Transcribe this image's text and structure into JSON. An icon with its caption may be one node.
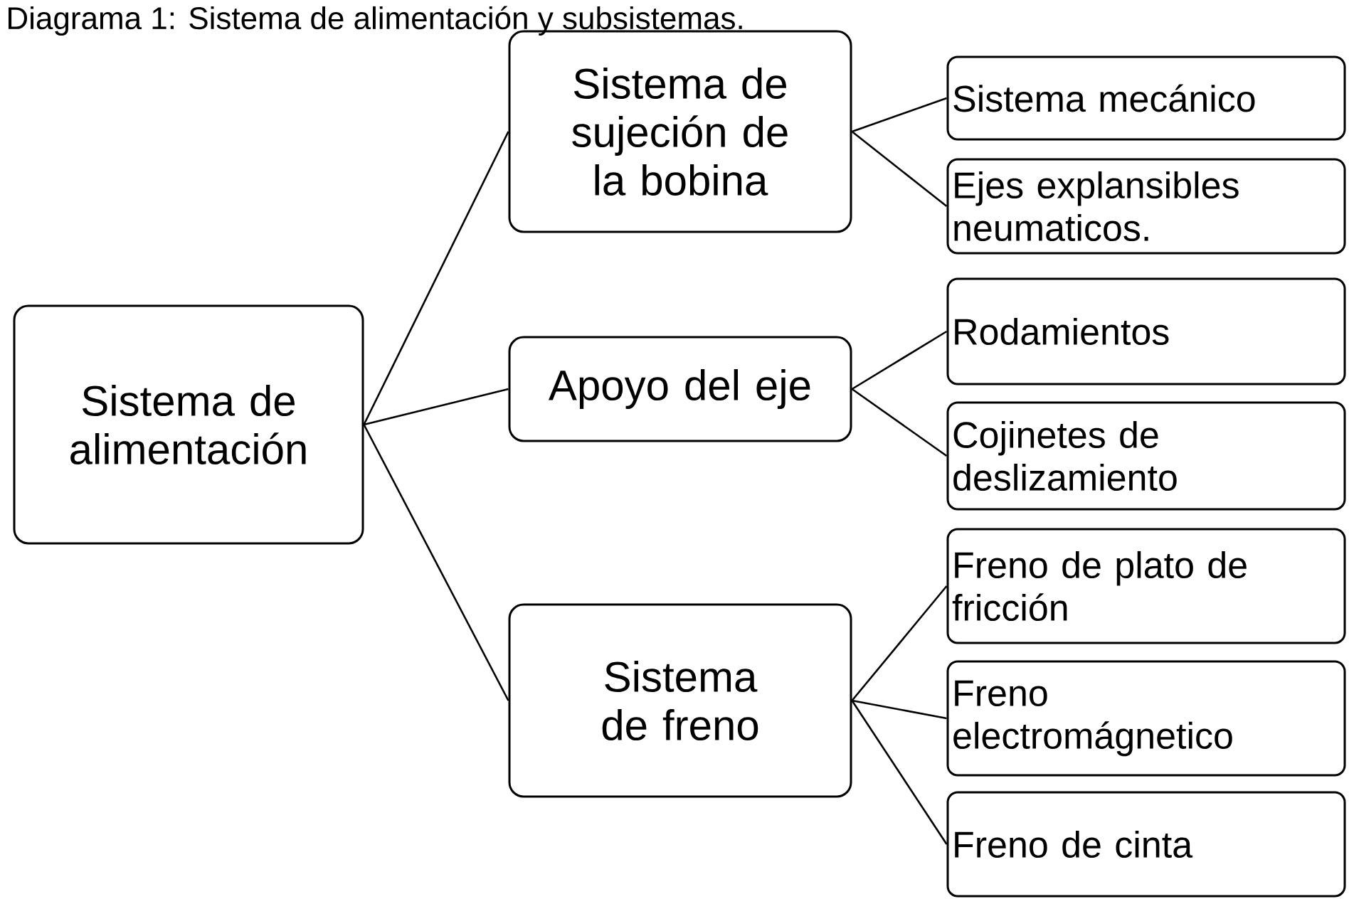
{
  "diagram": {
    "title": "Diagrama 1: Sistema de alimentación y subsistemas.",
    "nodes": [
      {
        "text": [
          "Sistema de alimentación"
        ]
      },
      {
        "text": [
          "Sistema de sujeción de la bobina"
        ]
      },
      {
        "text": [
          "Apoyo del eje"
        ]
      },
      {
        "text": [
          "Sistema de freno"
        ]
      },
      {
        "text": [
          "Sistema mecánico"
        ]
      },
      {
        "text": [
          "Ejes explansibles neumaticos."
        ]
      },
      {
        "text": [
          "Rodamientos"
        ]
      },
      {
        "text": [
          "Cojinetes de deslizamiento"
        ]
      },
      {
        "text": [
          "Freno de plato de fricción"
        ]
      },
      {
        "text": [
          "Freno electromágnetico"
        ]
      },
      {
        "text": [
          "Freno de cinta"
        ]
      }
    ],
    "edges": [
      {
        "from": 0,
        "to": 1,
        "arrow": "none"
      },
      {
        "from": 0,
        "to": 2,
        "arrow": "none"
      },
      {
        "from": 0,
        "to": 3,
        "arrow": "none"
      },
      {
        "from": 1,
        "to": 4,
        "arrow": "none"
      },
      {
        "from": 1,
        "to": 5,
        "arrow": "none"
      },
      {
        "from": 2,
        "to": 6,
        "arrow": "none"
      },
      {
        "from": 2,
        "to": 7,
        "arrow": "none"
      },
      {
        "from": 3,
        "to": 8,
        "arrow": "none"
      },
      {
        "from": 3,
        "to": 9,
        "arrow": "none"
      },
      {
        "from": 3,
        "to": 10,
        "arrow": "none"
      }
    ]
  }
}
